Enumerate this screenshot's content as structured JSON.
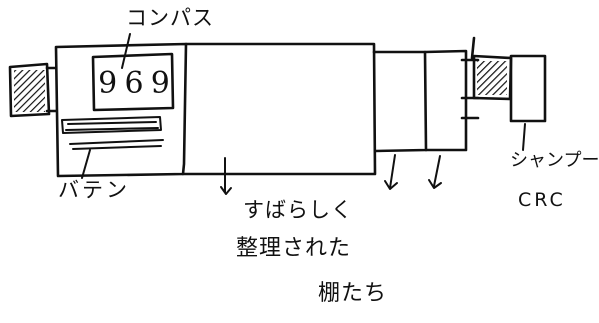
{
  "labels": {
    "compass": "コンパス",
    "batten": "バテン",
    "shelves_line1": "すばらしく",
    "shelves_line2": "整理された",
    "shelves_line3": "棚たち",
    "shampoo": "シャンプー",
    "crc": "CRC"
  },
  "compass_digits": [
    "9",
    "6",
    "9"
  ],
  "colors": {
    "ink": "#111111",
    "paper": "#ffffff"
  }
}
